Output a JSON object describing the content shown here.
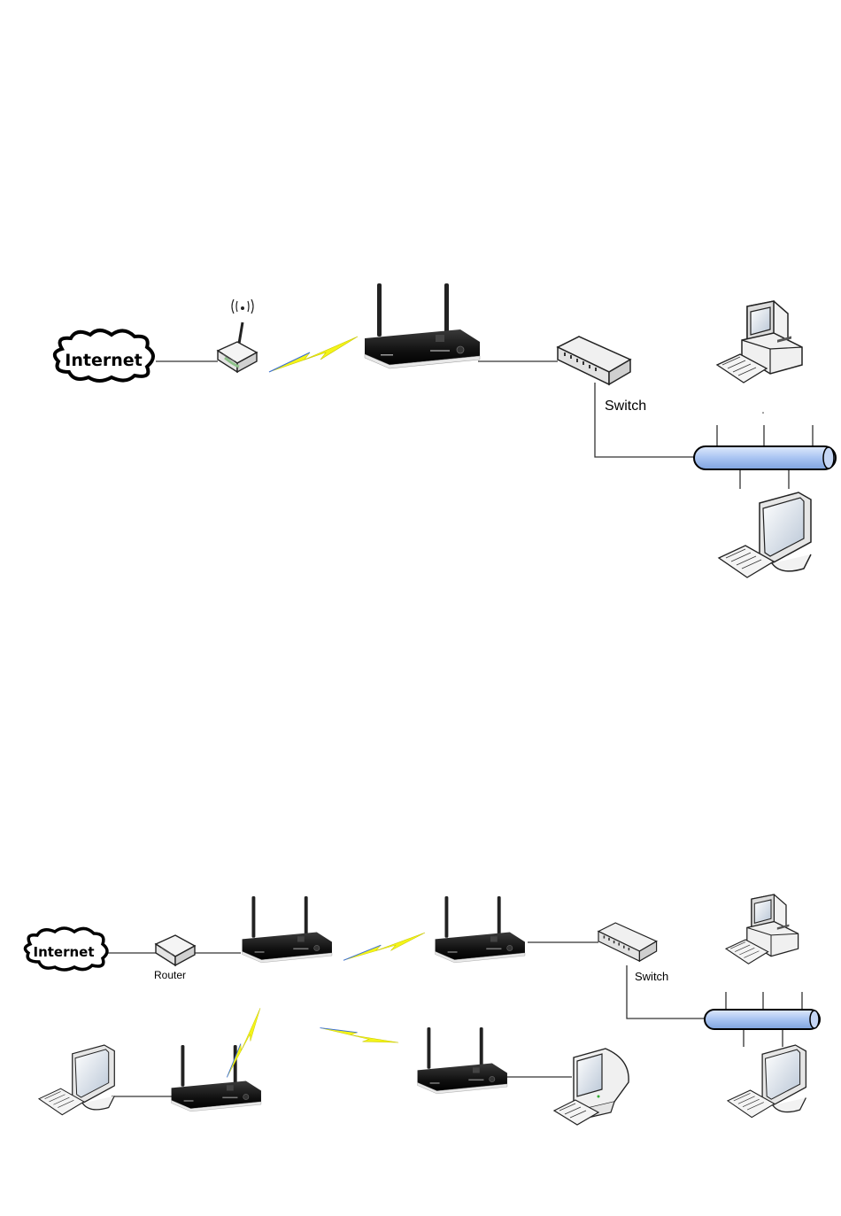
{
  "diagram1": {
    "internet_label": "Internet",
    "switch_label": "Switch"
  },
  "diagram2": {
    "internet_label": "Internet",
    "router_label": "Router",
    "switch_label": "Switch"
  },
  "icons": [
    "cloud-icon",
    "wireless-router-icon",
    "lightning-icon",
    "access-point-icon",
    "switch-icon",
    "desktop-computer-icon",
    "lcd-monitor-icon",
    "crt-monitor-icon",
    "keyboard-icon",
    "network-bus-icon"
  ],
  "colors": {
    "bus_fill": "#a9c4f2",
    "lightning": "#f4f418",
    "device_black": "#111111"
  }
}
